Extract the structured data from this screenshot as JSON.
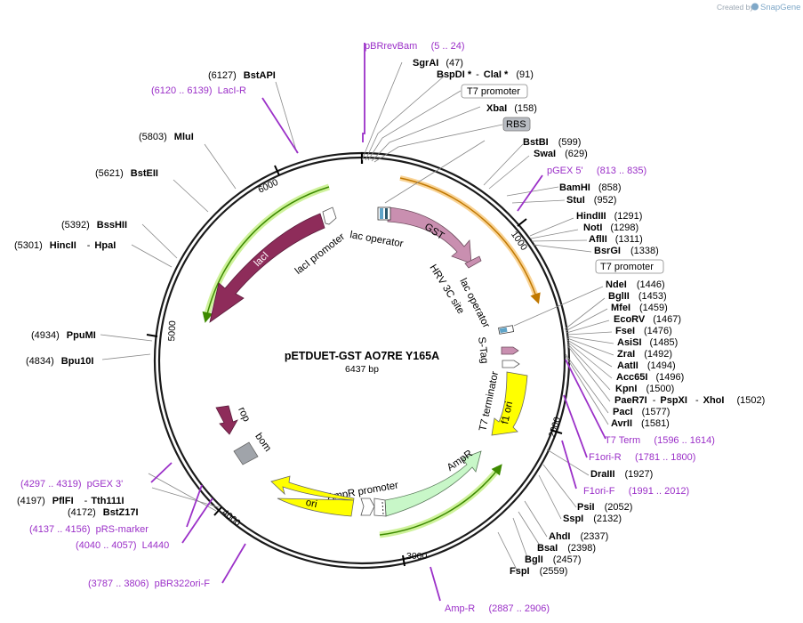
{
  "credit": {
    "prefix": "Created by",
    "brand": "SnapGene"
  },
  "plasmid": {
    "name": "pETDUET-GST AO7RE Y165A",
    "length": "6437 bp"
  },
  "ticks": {
    "t1000": "1000",
    "t2000": "2000",
    "t3000": "3000",
    "t4000": "4000",
    "t5000": "5000",
    "t6000": "6000"
  },
  "enzymes": {
    "bstAPI": {
      "pos": "(6127)",
      "name": "BstAPI"
    },
    "sgrAI": {
      "name": "SgrAI",
      "pos": "(47)"
    },
    "bspDI": {
      "name": "BspDI *",
      "sep": "-",
      "name2": "ClaI *",
      "pos": "(91)"
    },
    "xbaI": {
      "name": "XbaI",
      "pos": "(158)"
    },
    "mluI": {
      "pos": "(5803)",
      "name": "MluI"
    },
    "bstBI": {
      "name": "BstBI",
      "pos": "(599)"
    },
    "swaI": {
      "name": "SwaI",
      "pos": "(629)"
    },
    "bstEII": {
      "pos": "(5621)",
      "name": "BstEII"
    },
    "bamHI": {
      "name": "BamHI",
      "pos": "(858)"
    },
    "stuI": {
      "name": "StuI",
      "pos": "(952)"
    },
    "bssHII": {
      "pos": "(5392)",
      "name": "BssHII"
    },
    "hindIII": {
      "name": "HindIII",
      "pos": "(1291)"
    },
    "notI": {
      "name": "NotI",
      "pos": "(1298)"
    },
    "aflII": {
      "name": "AflII",
      "pos": "(1311)"
    },
    "hincII": {
      "pos": "(5301)",
      "name": "HincII",
      "sep": "-",
      "name2": "HpaI"
    },
    "bsrGI": {
      "name": "BsrGI",
      "pos": "(1338)"
    },
    "ndeI": {
      "name": "NdeI",
      "pos": "(1446)"
    },
    "bglII": {
      "name": "BglII",
      "pos": "(1453)"
    },
    "mfeI": {
      "name": "MfeI",
      "pos": "(1459)"
    },
    "ecoRV": {
      "name": "EcoRV",
      "pos": "(1467)"
    },
    "ppuMI": {
      "pos": "(4934)",
      "name": "PpuMI"
    },
    "fseI": {
      "name": "FseI",
      "pos": "(1476)"
    },
    "asiSI": {
      "name": "AsiSI",
      "pos": "(1485)"
    },
    "bpu10I": {
      "pos": "(4834)",
      "name": "Bpu10I"
    },
    "zraI": {
      "name": "ZraI",
      "pos": "(1492)"
    },
    "aatII": {
      "name": "AatII",
      "pos": "(1494)"
    },
    "acc65I": {
      "name": "Acc65I",
      "pos": "(1496)"
    },
    "kpnI": {
      "name": "KpnI",
      "pos": "(1500)"
    },
    "paeR7I": {
      "name": "PaeR7I",
      "sep": "-",
      "name2": "PspXI",
      "sep2": "-",
      "name3": "XhoI",
      "pos": "(1502)"
    },
    "pacI": {
      "name": "PacI",
      "pos": "(1577)"
    },
    "avrII": {
      "name": "AvrII",
      "pos": "(1581)"
    },
    "draIII": {
      "name": "DraIII",
      "pos": "(1927)"
    },
    "pflFI": {
      "pos": "(4197)",
      "name": "PflFI",
      "sep": "-",
      "name2": "Tth111I"
    },
    "bstZ17I": {
      "pos": "(4172)",
      "name": "BstZ17I"
    },
    "psiI": {
      "name": "PsiI",
      "pos": "(2052)"
    },
    "sspI": {
      "name": "SspI",
      "pos": "(2132)"
    },
    "ahdI": {
      "name": "AhdI",
      "pos": "(2337)"
    },
    "bsaI": {
      "name": "BsaI",
      "pos": "(2398)"
    },
    "bglI": {
      "name": "BglI",
      "pos": "(2457)"
    },
    "fspI": {
      "name": "FspI",
      "pos": "(2559)"
    }
  },
  "primers": {
    "pBRrevBam": "pBRrevBam     (5 .. 24)",
    "lacIR": "(6120 .. 6139)  LacI-R",
    "pGEX5": "pGEX 5'     (813 .. 835)",
    "t7term": "T7 Term     (1596 .. 1614)",
    "f1oriR": "F1ori-R     (1781 .. 1800)",
    "f1oriF": "F1ori-F     (1991 .. 2012)",
    "pGEX3": "(4297 .. 4319)  pGEX 3'",
    "prsMarker": "(4137 .. 4156)  pRS-marker",
    "l4440": "(4040 .. 4057)  L4440",
    "pbr322": "(3787 .. 3806)  pBR322ori-F",
    "ampR": "Amp-R     (2887 .. 2906)"
  },
  "boxes": {
    "t7promoter1": "T7 promoter",
    "rbs": "RBS",
    "t7promoter2": "T7 promoter"
  },
  "features": {
    "lacOperator1": "lac operator",
    "gst": "GST",
    "hrv3c": "HRV 3C site",
    "lacOperator2": "lac operator",
    "stag": "S-Tag",
    "t7terminator": "T7 terminator",
    "f1ori": "f1 ori",
    "ampR": "AmpR",
    "ampRPromoter": "AmpR promoter",
    "ori": "ori",
    "rop": "rop",
    "bom": "bom",
    "lacI": "lacI",
    "lacIPromoter": "lacI promoter"
  },
  "colors": {
    "gst": "#c98fb0",
    "lacI": "#8e2c5a",
    "f1ori": "#ffff00",
    "ampR": "#c8f7c8",
    "highlightGreen": "#c6f08a",
    "highlightOrange": "#f7c472",
    "primer": "#9b30c8",
    "rop": "#8e2c5a",
    "bom": "#a0a4aa"
  }
}
